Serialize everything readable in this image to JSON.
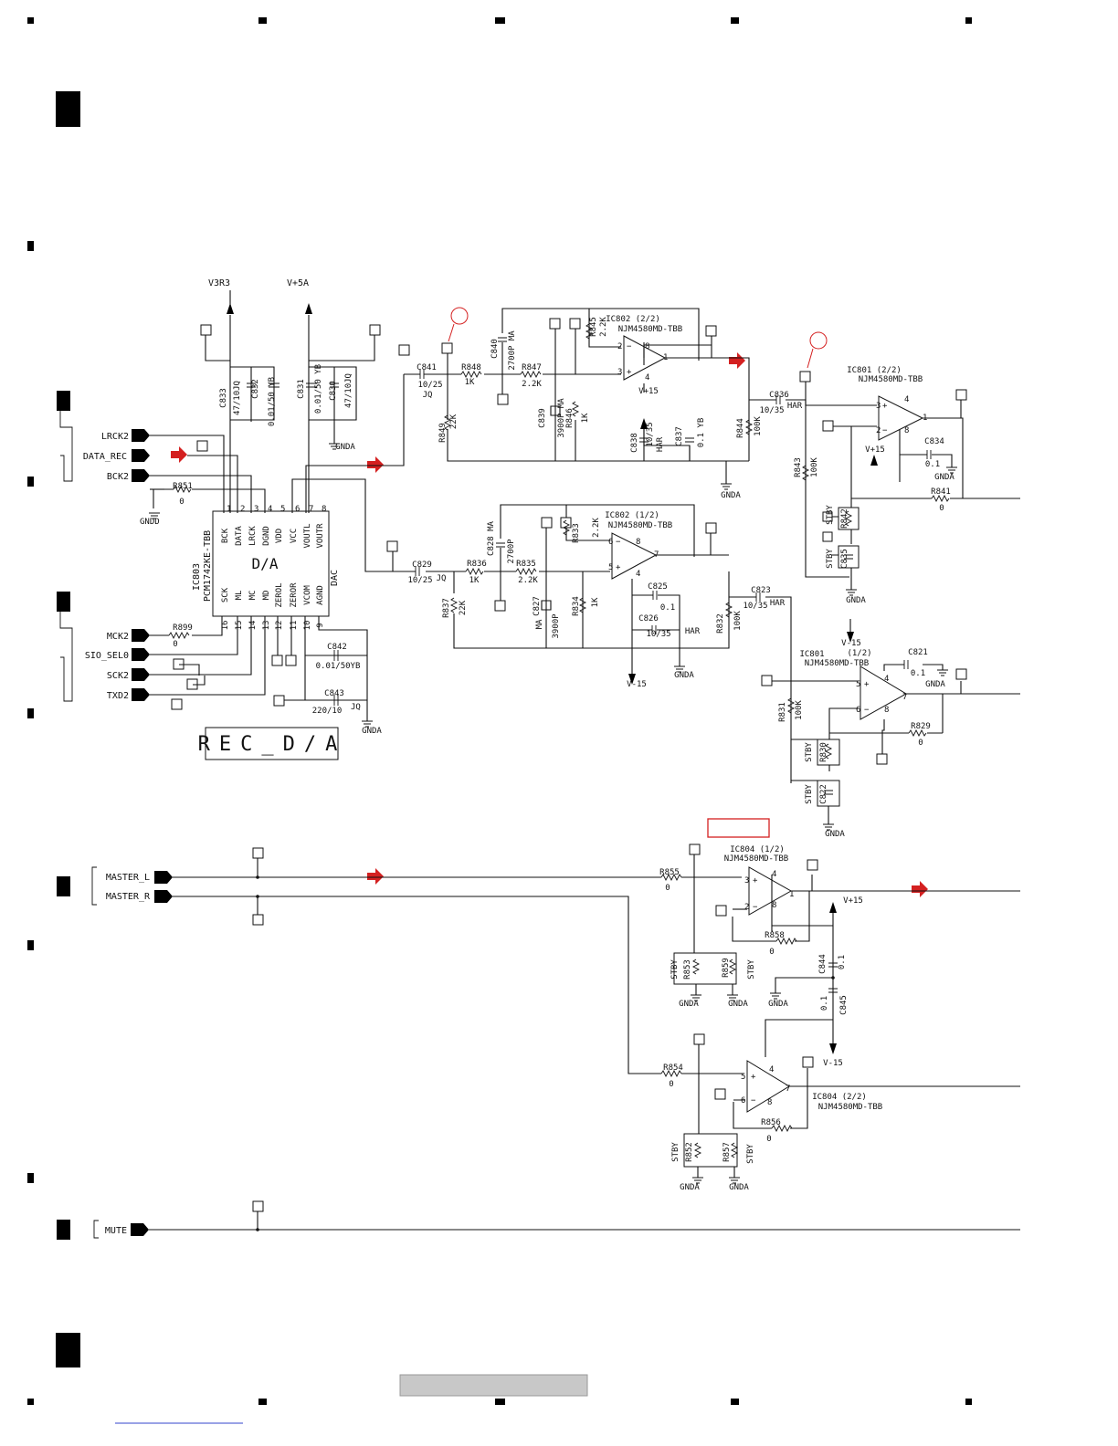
{
  "supplies": {
    "v3r3": "V3R3",
    "v5a": "V+5A",
    "v15": "V+15",
    "vm15": "V-15",
    "gnda": "GNDA",
    "gndd": "GNDD",
    "stby": "STBY",
    "har": "HAR"
  },
  "inputs": {
    "lrck2": "LRCK2",
    "data_rec": "DATA_REC",
    "bck2": "BCK2",
    "mck2": "MCK2",
    "sio_sel0": "SIO_SEL0",
    "sck2": "SCK2",
    "txd2": "TXD2",
    "master_l": "MASTER_L",
    "master_r": "MASTER_R",
    "mute": "MUTE"
  },
  "block_title": "REC_D/A",
  "dac": {
    "ref": "IC803",
    "part": "PCM1742KE-TBB",
    "func": "D/A",
    "side": "DAC",
    "pins_top": [
      "BCK",
      "DATA",
      "LRCK",
      "DGND",
      "VDD",
      "VCC",
      "VOUTL",
      "VOUTR"
    ],
    "pins_top_num": [
      "1",
      "2",
      "3",
      "4",
      "5",
      "6",
      "7",
      "8"
    ],
    "pins_bot": [
      "SCK",
      "ML",
      "MC",
      "MD",
      "ZEROL",
      "ZEROR",
      "VCOM",
      "AGND"
    ],
    "pins_bot_num": [
      "16",
      "15",
      "14",
      "13",
      "12",
      "11",
      "10",
      "9"
    ]
  },
  "opamps": {
    "ic802b": {
      "ref": "IC802 (2/2)",
      "part": "NJM4580MD-TBB"
    },
    "ic802a": {
      "ref": "IC802 (1/2)",
      "part": "NJM4580MD-TBB"
    },
    "ic801b": {
      "ref": "IC801 (2/2)",
      "part": "NJM4580MD-TBB"
    },
    "ic801a": {
      "ref": "IC801",
      "unit": "(1/2)",
      "part": "NJM4580MD-TBB"
    },
    "ic804a": {
      "ref": "IC804 (1/2)",
      "part": "NJM4580MD-TBB"
    },
    "ic804b": {
      "ref": "IC804 (2/2)",
      "part": "NJM4580MD-TBB"
    }
  },
  "components": {
    "r851": [
      "R851",
      "0"
    ],
    "r899": [
      "R899",
      "0"
    ],
    "c833": [
      "C833",
      "47/10JQ"
    ],
    "c832": [
      "C832",
      "0.01/50 YB"
    ],
    "c831": [
      "C831",
      "0.01/50 YB"
    ],
    "c830": [
      "C830",
      "47/10JQ"
    ],
    "c842": [
      "C842",
      "0.01/50YB"
    ],
    "c843": [
      "C843",
      "220/10",
      "JQ"
    ],
    "c841": [
      "C841",
      "10/25",
      "JQ"
    ],
    "r848": [
      "R848",
      "1K"
    ],
    "c840": [
      "C840",
      "2700P MA"
    ],
    "r847": [
      "R847",
      "2.2K"
    ],
    "r845": [
      "R845",
      "2.2K"
    ],
    "r849": [
      "R849",
      "22K"
    ],
    "c839": [
      "C839",
      "3900P MA"
    ],
    "r846": [
      "R846",
      "1K"
    ],
    "c838": [
      "C838",
      "10/35",
      "HAR"
    ],
    "c837": [
      "C837",
      "0.1 YB"
    ],
    "r844": [
      "R844",
      "100K"
    ],
    "c836": [
      "C836",
      "10/35"
    ],
    "r843": [
      "R843",
      "100K"
    ],
    "c834": [
      "C834",
      "0.1"
    ],
    "r841": [
      "R841",
      "0"
    ],
    "r842": [
      "R842"
    ],
    "c835": [
      "C835"
    ],
    "c829": [
      "C829",
      "10/25",
      "JQ"
    ],
    "r836": [
      "R836",
      "1K"
    ],
    "c828": [
      "C828 MA",
      "2700P"
    ],
    "r835": [
      "R835",
      "2.2K"
    ],
    "r833": [
      "R833",
      "2.2K"
    ],
    "r837": [
      "R837",
      "22K"
    ],
    "c827": [
      "C827",
      "MA",
      "3900P"
    ],
    "r834": [
      "R834",
      "1K"
    ],
    "c825": [
      "C825",
      "0.1"
    ],
    "c826": [
      "C826",
      "10/35"
    ],
    "r832": [
      "R832",
      "100K"
    ],
    "c823": [
      "C823",
      "10/35"
    ],
    "r831": [
      "R831",
      "100K"
    ],
    "c821": [
      "C821",
      "0.1"
    ],
    "r829": [
      "R829",
      "0"
    ],
    "r830": [
      "R830"
    ],
    "c822": [
      "C822"
    ],
    "r855": [
      "R855",
      "0"
    ],
    "r858": [
      "R858",
      "0"
    ],
    "r853": [
      "R853"
    ],
    "r859": [
      "R859"
    ],
    "c844": [
      "C844",
      "0.1"
    ],
    "c845": [
      "C845",
      "0.1"
    ],
    "r854": [
      "R854",
      "0"
    ],
    "r856": [
      "R856",
      "0"
    ],
    "r852": [
      "R852"
    ],
    "r857": [
      "R857"
    ]
  },
  "colors": {
    "flow_arrow": "#d42020",
    "marker": "#d42020",
    "footer_bar": "#c8c8c8",
    "footer_link": "#3344cc"
  }
}
